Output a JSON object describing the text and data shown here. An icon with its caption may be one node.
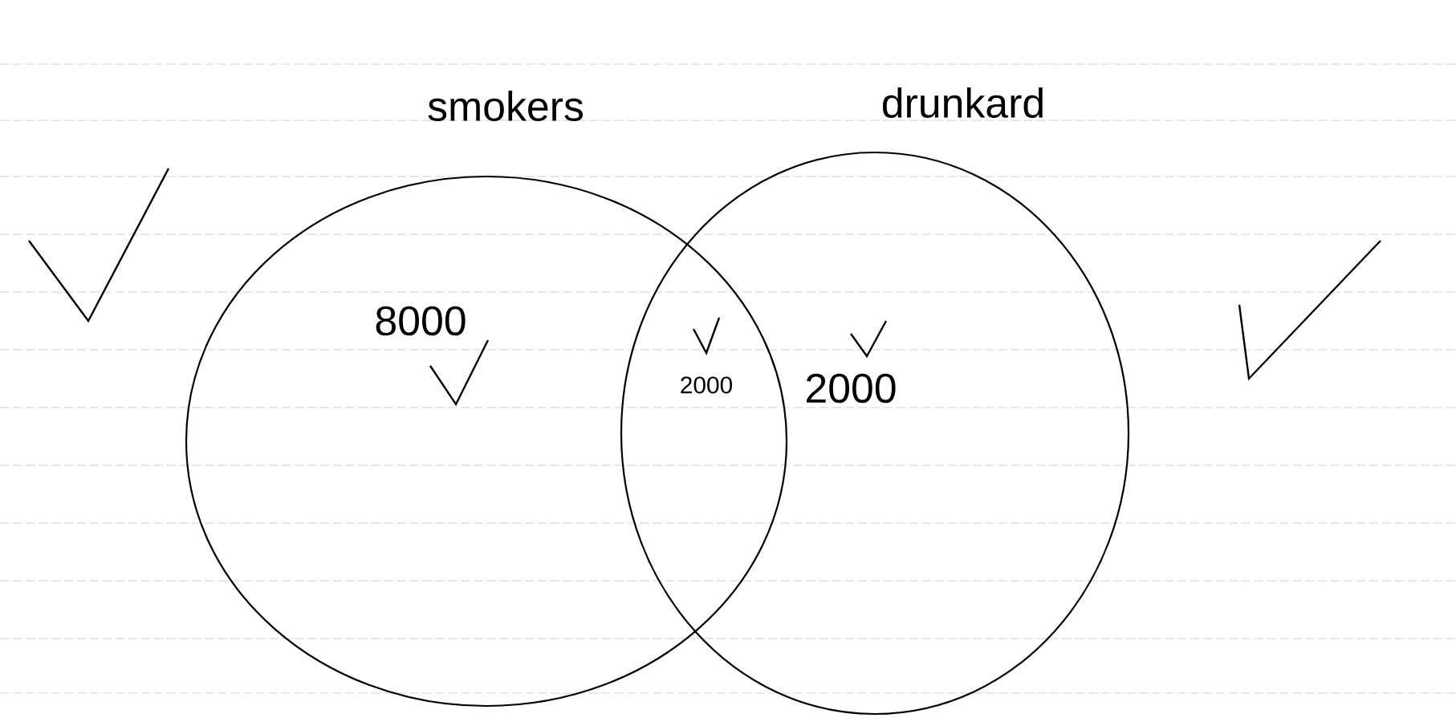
{
  "diagram": {
    "nodes": [
      {
        "text": [
          "smokers",
          "8000"
        ]
      },
      {
        "text": [
          "drunkard",
          "2000"
        ]
      }
    ],
    "labels": [
      "2000"
    ]
  }
}
